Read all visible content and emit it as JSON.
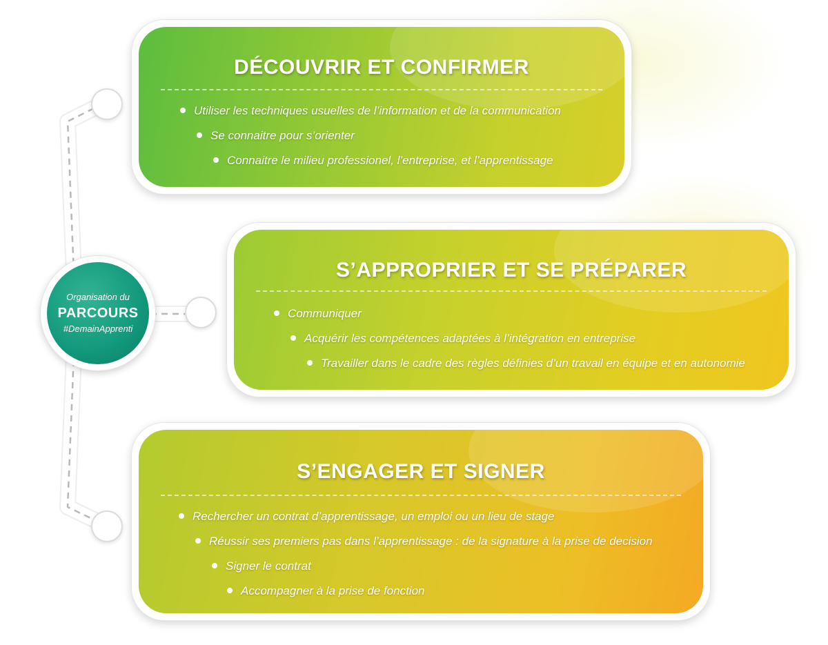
{
  "hub": {
    "line1": "Organisation du",
    "line2": "PARCOURS",
    "line3": "#DemainApprenti"
  },
  "cards": [
    {
      "title": "DÉCOUVRIR ET CONFIRMER",
      "items": [
        "Utiliser les techniques usuelles de l’information et de la communication",
        "Se connaitre pour s’orienter",
        "Connaitre le milieu professionel, l’entreprise, et l’apprentissage"
      ]
    },
    {
      "title": "S’APPROPRIER ET SE PRÉPARER",
      "items": [
        "Communiquer",
        "Acquérir les compétences adaptées à l’intégration en entreprise",
        "Travailler dans le cadre des règles définies d’un travail en équipe et en autonomie"
      ]
    },
    {
      "title": "S’ENGAGER ET SIGNER",
      "items": [
        "Rechercher un contrat d’apprentissage, un emploi ou un lieu de stage",
        "Réussir ses premiers pas dans l’apprentissage : de la signature à la prise de decision",
        "Signer le contrat",
        "Accompagner à la prise de fonction"
      ]
    }
  ],
  "colors": {
    "hub": "#12987c",
    "card1": [
      "#5cbd3e",
      "#aed12f",
      "#d7d12a"
    ],
    "card2": [
      "#9ccb35",
      "#dccf22",
      "#f0c61f"
    ],
    "card3": [
      "#b3cb2e",
      "#e8c526",
      "#f4a923"
    ]
  }
}
